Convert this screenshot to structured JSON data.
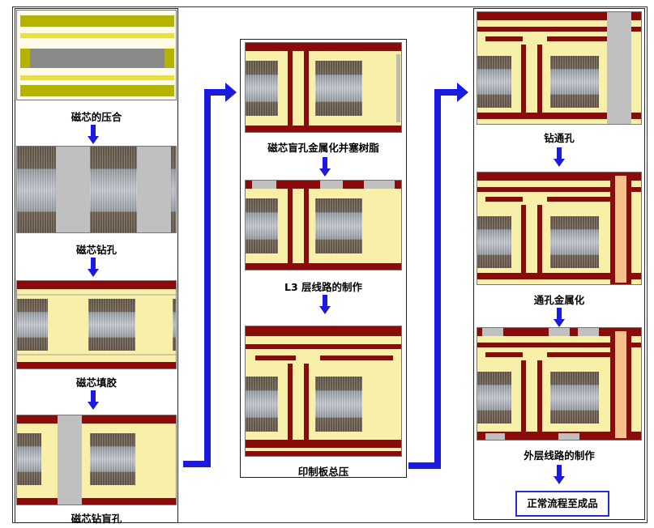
{
  "steps": {
    "s1": "磁芯的压合",
    "s2": "磁芯钻孔",
    "s3": "磁芯填胶",
    "s4": "磁芯钻盲孔",
    "s5": "磁芯盲孔金属化并塞树脂",
    "s6": "L3 层线路的制作",
    "s7": "印制板总压",
    "s8": "钻通孔",
    "s9": "通孔金属化",
    "s10": "外层线路的制作",
    "s11": "正常流程至成品"
  },
  "colors": {
    "arrow": "#1a1ae0",
    "resin": "#f8f0a8",
    "copper": "#8b0a0a",
    "drill": "#c0c0c0",
    "plated_hole": "#f5c08a"
  }
}
